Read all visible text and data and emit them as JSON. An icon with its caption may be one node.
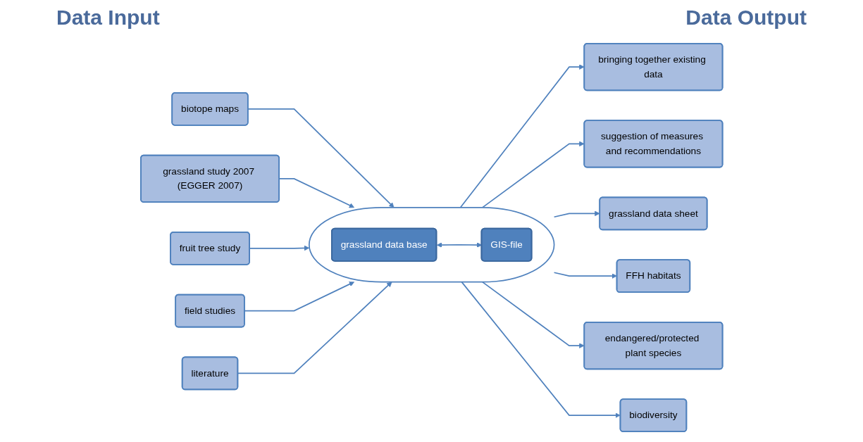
{
  "diagram": {
    "nodes": [
      {
        "text": [
          "biotope maps"
        ]
      },
      {
        "text": [
          "grassland study 2007 (EGGER 2007)"
        ]
      },
      {
        "text": [
          "fruit tree study"
        ]
      },
      {
        "text": [
          "field studies"
        ]
      },
      {
        "text": [
          "literature"
        ]
      },
      {
        "text": [],
        "shape": "ellipse"
      },
      {
        "text": [
          "grassland data base"
        ],
        "in": 5
      },
      {
        "text": [
          "GIS-file"
        ],
        "in": 5
      },
      {
        "text": [
          "bringing together existing data"
        ]
      },
      {
        "text": [
          "suggestion of measures and recommendations"
        ]
      },
      {
        "text": [
          "grassland data sheet"
        ]
      },
      {
        "text": [
          "FFH habitats"
        ]
      },
      {
        "text": [
          "endangered/protected plant species"
        ]
      },
      {
        "text": [
          "biodiversity"
        ]
      }
    ],
    "edges": [
      {
        "from": 0,
        "to": 5,
        "arrow": "to"
      },
      {
        "from": 1,
        "to": 5,
        "arrow": "to"
      },
      {
        "from": 2,
        "to": 5,
        "arrow": "to"
      },
      {
        "from": 3,
        "to": 5,
        "arrow": "to"
      },
      {
        "from": 4,
        "to": 5,
        "arrow": "to"
      },
      {
        "from": 6,
        "to": 7,
        "arrow": "both"
      },
      {
        "from": 5,
        "to": 8,
        "arrow": "to"
      },
      {
        "from": 5,
        "to": 9,
        "arrow": "to"
      },
      {
        "from": 5,
        "to": 10,
        "arrow": "to"
      },
      {
        "from": 5,
        "to": 11,
        "arrow": "to"
      },
      {
        "from": 5,
        "to": 12,
        "arrow": "to"
      },
      {
        "from": 5,
        "to": 13,
        "arrow": "to"
      }
    ],
    "labels": [
      "Data Input",
      "Data Output"
    ]
  }
}
